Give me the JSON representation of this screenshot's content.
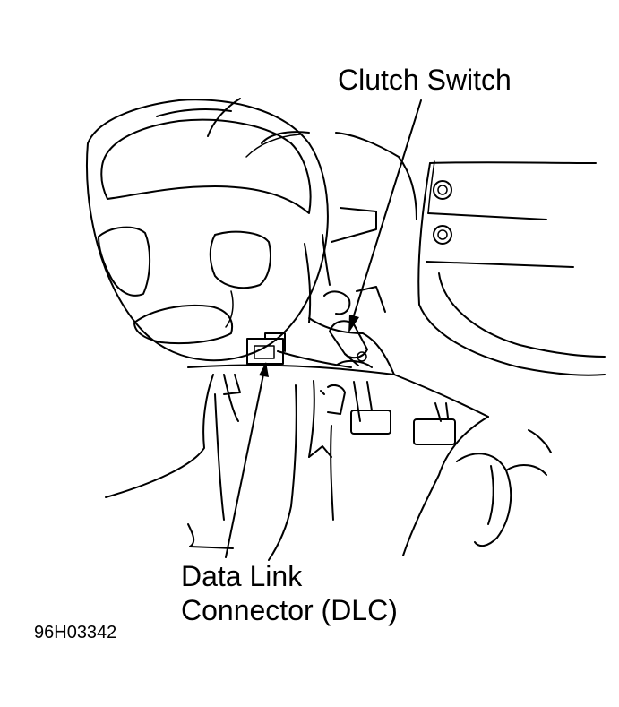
{
  "labels": {
    "clutch_switch": "Clutch Switch",
    "dlc_line1": "Data Link",
    "dlc_line2": "Connector (DLC)"
  },
  "figure_id": "96H03342",
  "colors": {
    "line": "#000000",
    "background": "#ffffff"
  }
}
